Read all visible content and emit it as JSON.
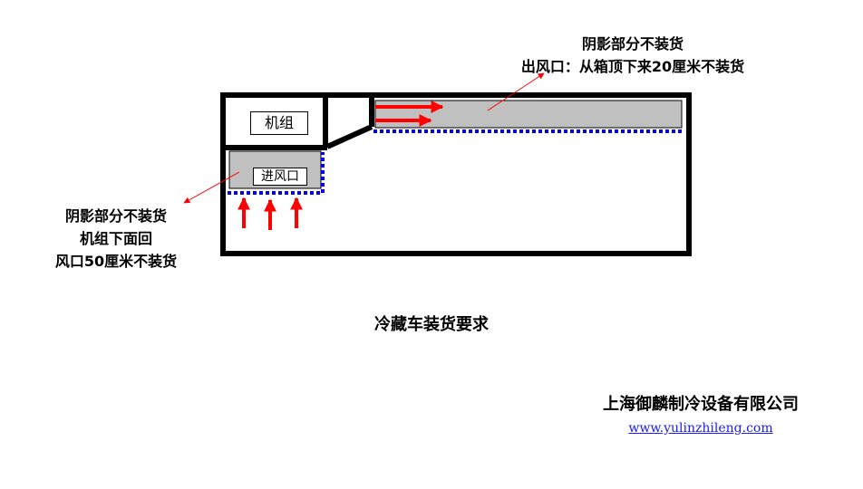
{
  "annotations": {
    "top_right": {
      "line1": "阴影部分不装货",
      "line2": "出风口：从箱顶下来20厘米不装货"
    },
    "left": {
      "line1": "阴影部分不装货",
      "line2": "机组下面回",
      "line3": "风口50厘米不装货"
    }
  },
  "labels": {
    "unit": "机组",
    "air_inlet": "进风口"
  },
  "title": "冷藏车装货要求",
  "company": {
    "name": "上海御麟制冷设备有限公司",
    "url": "www.yulinzhileng.com"
  },
  "colors": {
    "outline": "#000000",
    "shade": "#c0c0c0",
    "dotted_boundary": "#0000ee",
    "airflow_arrow": "#ff0000",
    "url_link": "#1a1aff"
  }
}
